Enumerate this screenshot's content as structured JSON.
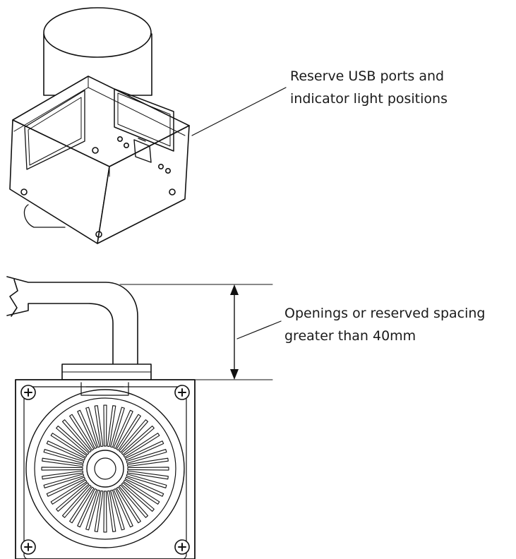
{
  "callouts": {
    "usb": {
      "line1": "Reserve USB ports and",
      "line2": "indicator light positions"
    },
    "spacing": {
      "line1": "Openings or reserved spacing",
      "line2": "greater than 40mm"
    }
  }
}
